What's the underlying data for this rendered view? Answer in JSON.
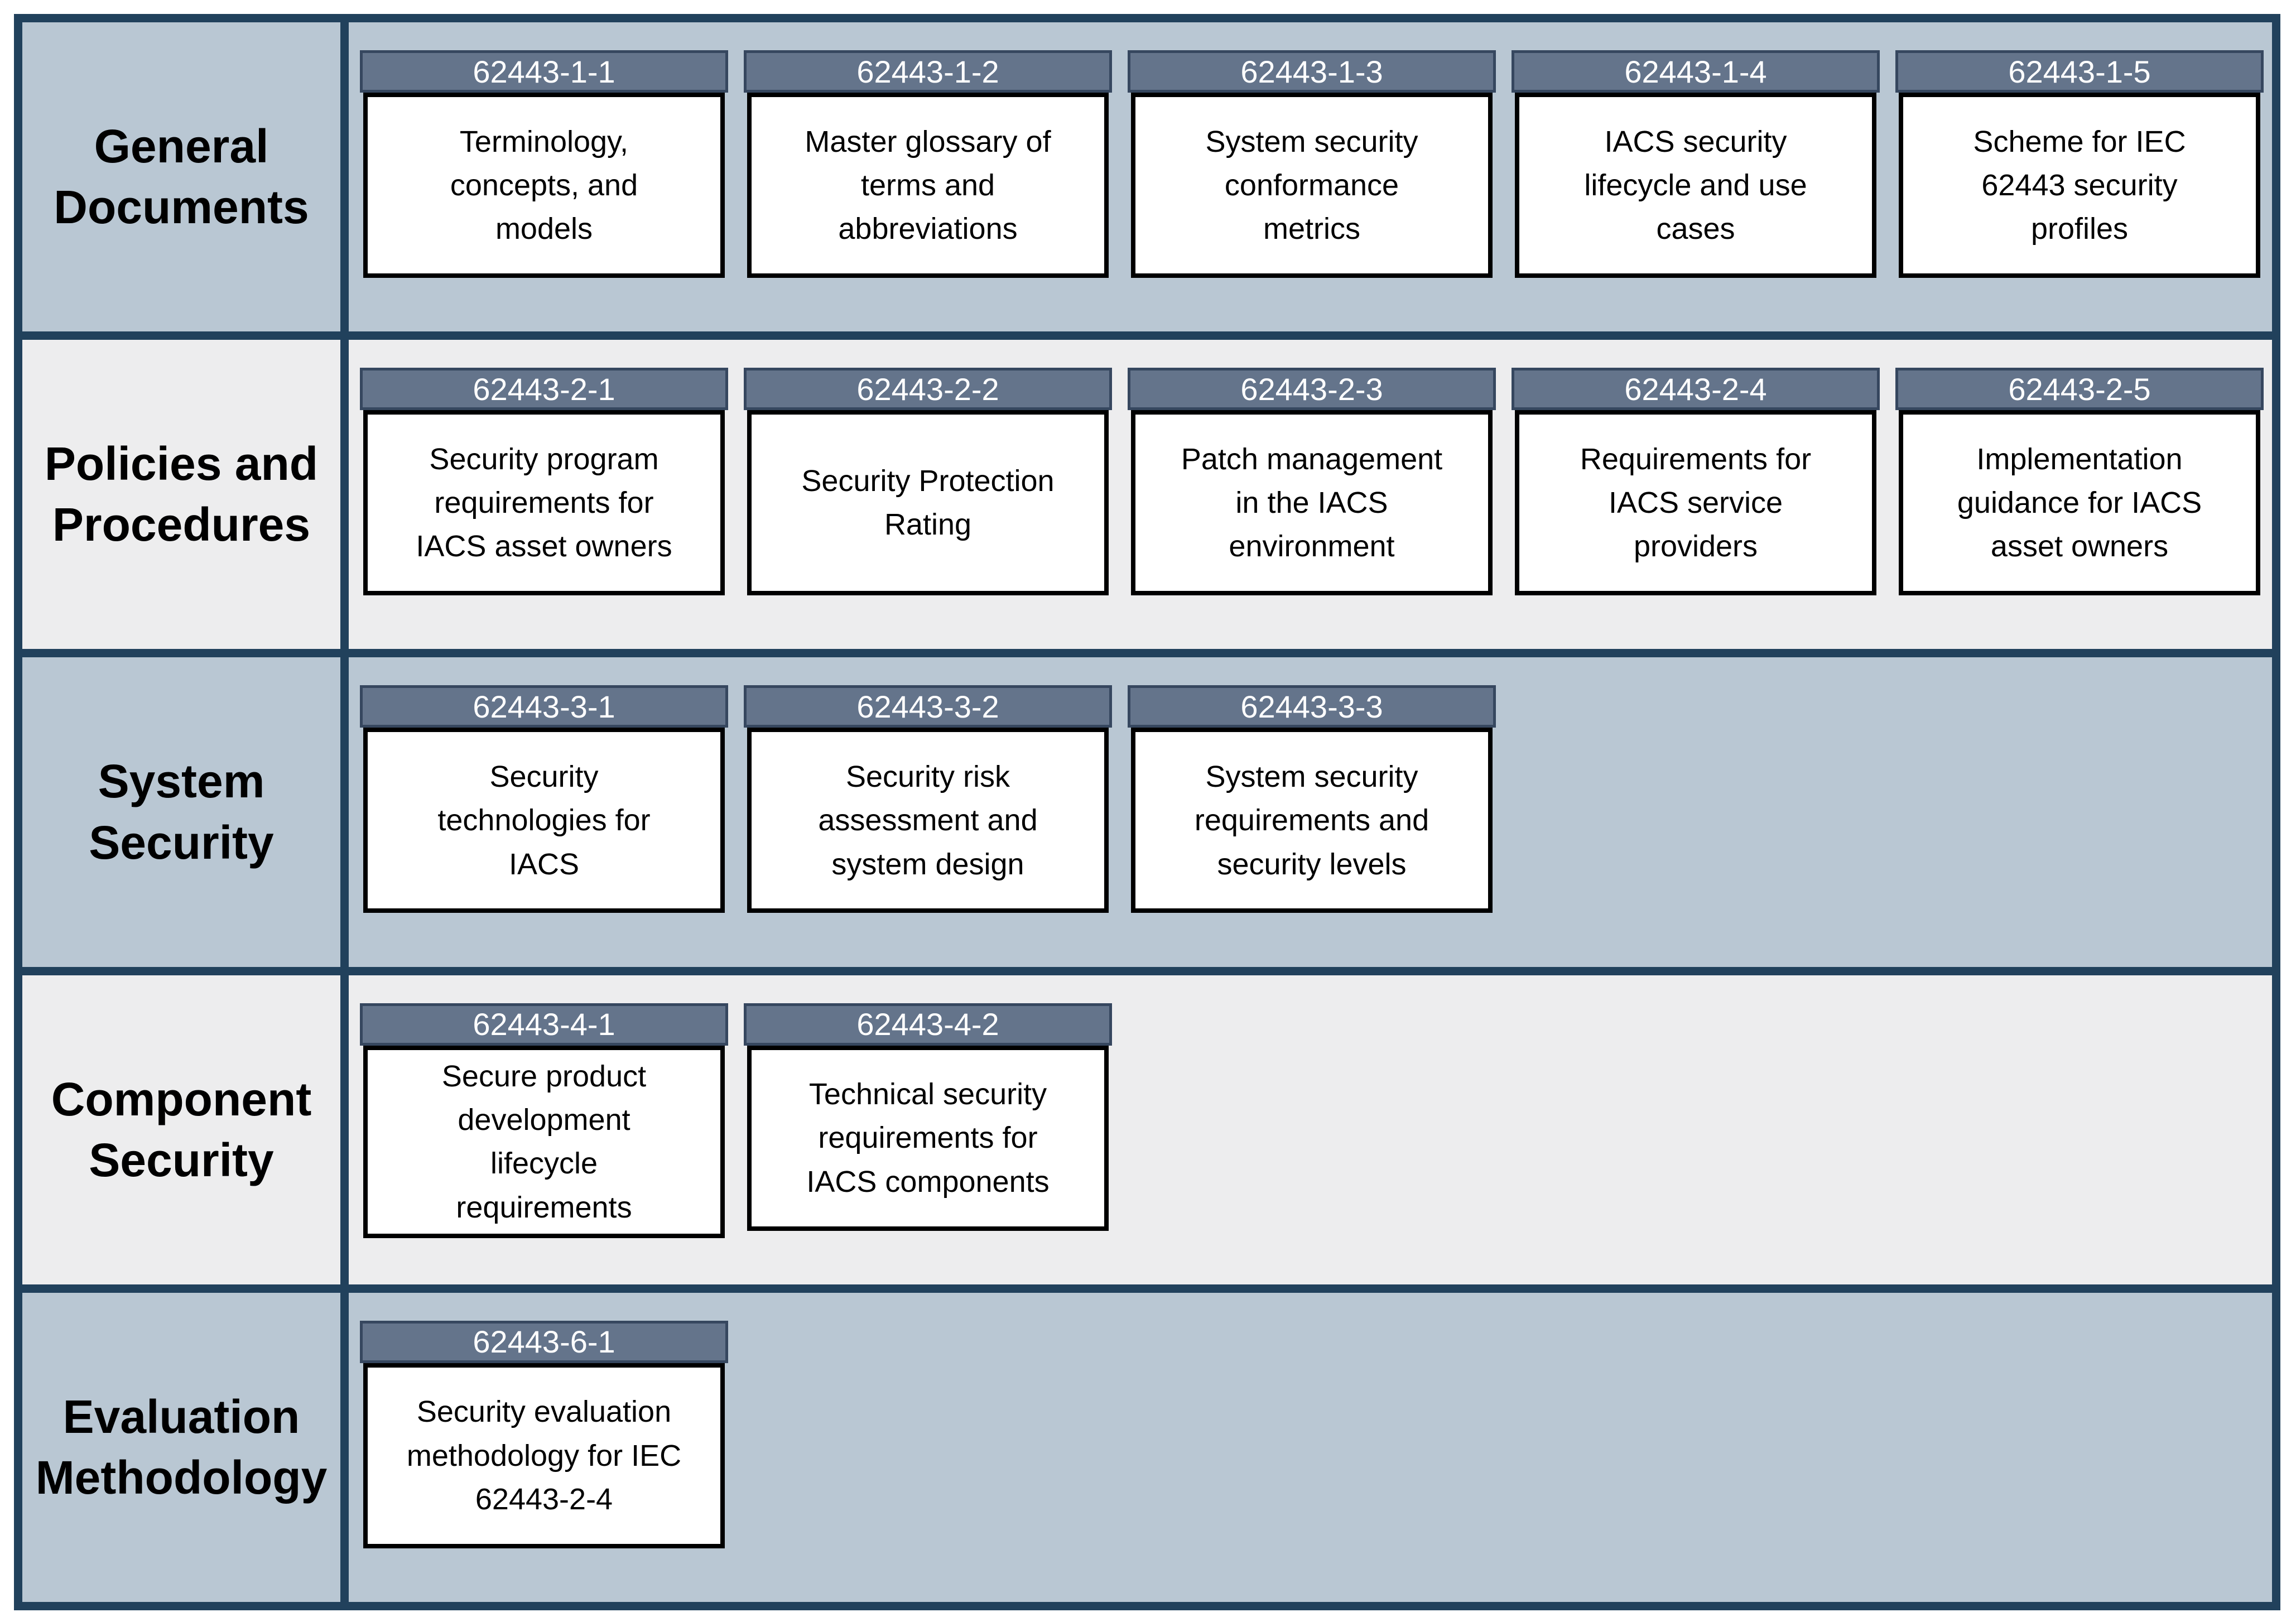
{
  "diagram": {
    "rows": [
      {
        "name": "general-documents",
        "label": "General\nDocuments",
        "tone": "blue",
        "cards": [
          {
            "id": "62443-1-1",
            "title": "Terminology,\nconcepts, and\nmodels"
          },
          {
            "id": "62443-1-2",
            "title": "Master glossary of\nterms and\nabbreviations"
          },
          {
            "id": "62443-1-3",
            "title": "System security\nconformance\nmetrics"
          },
          {
            "id": "62443-1-4",
            "title": "IACS security\nlifecycle and use\ncases"
          },
          {
            "id": "62443-1-5",
            "title": "Scheme for IEC\n62443 security\nprofiles"
          }
        ]
      },
      {
        "name": "policies-and-procedures",
        "label": "Policies and\nProcedures",
        "tone": "gray",
        "cards": [
          {
            "id": "62443-2-1",
            "title": "Security program\nrequirements for\nIACS asset owners"
          },
          {
            "id": "62443-2-2",
            "title": "Security Protection\nRating"
          },
          {
            "id": "62443-2-3",
            "title": "Patch management\nin the IACS\nenvironment"
          },
          {
            "id": "62443-2-4",
            "title": "Requirements for\nIACS service\nproviders"
          },
          {
            "id": "62443-2-5",
            "title": "Implementation\nguidance for IACS\nasset owners"
          }
        ]
      },
      {
        "name": "system-security",
        "label": "System\nSecurity",
        "tone": "blue",
        "cards": [
          {
            "id": "62443-3-1",
            "title": "Security\ntechnologies for\nIACS"
          },
          {
            "id": "62443-3-2",
            "title": "Security risk\nassessment and\nsystem design"
          },
          {
            "id": "62443-3-3",
            "title": "System security\nrequirements and\nsecurity levels"
          }
        ]
      },
      {
        "name": "component-security",
        "label": "Component\nSecurity",
        "tone": "gray",
        "cards": [
          {
            "id": "62443-4-1",
            "title": "Secure product\ndevelopment\nlifecycle\nrequirements"
          },
          {
            "id": "62443-4-2",
            "title": "Technical security\nrequirements for\nIACS components"
          }
        ]
      },
      {
        "name": "evaluation-methodology",
        "label": "Evaluation\nMethodology",
        "tone": "blue",
        "cards": [
          {
            "id": "62443-6-1",
            "title": "Security evaluation\nmethodology for IEC\n62443-2-4"
          }
        ]
      }
    ],
    "colors": {
      "frame_border": "#21415c",
      "row_blue_background": "#b9c7d3",
      "row_gray_background": "#ededee",
      "card_header_fill": "#64748b",
      "card_header_border": "#36475f",
      "card_header_text": "#ffffff",
      "card_body_background": "#ffffff",
      "card_body_border": "#000000",
      "text": "#000000",
      "page_background": "#ffffff"
    }
  }
}
